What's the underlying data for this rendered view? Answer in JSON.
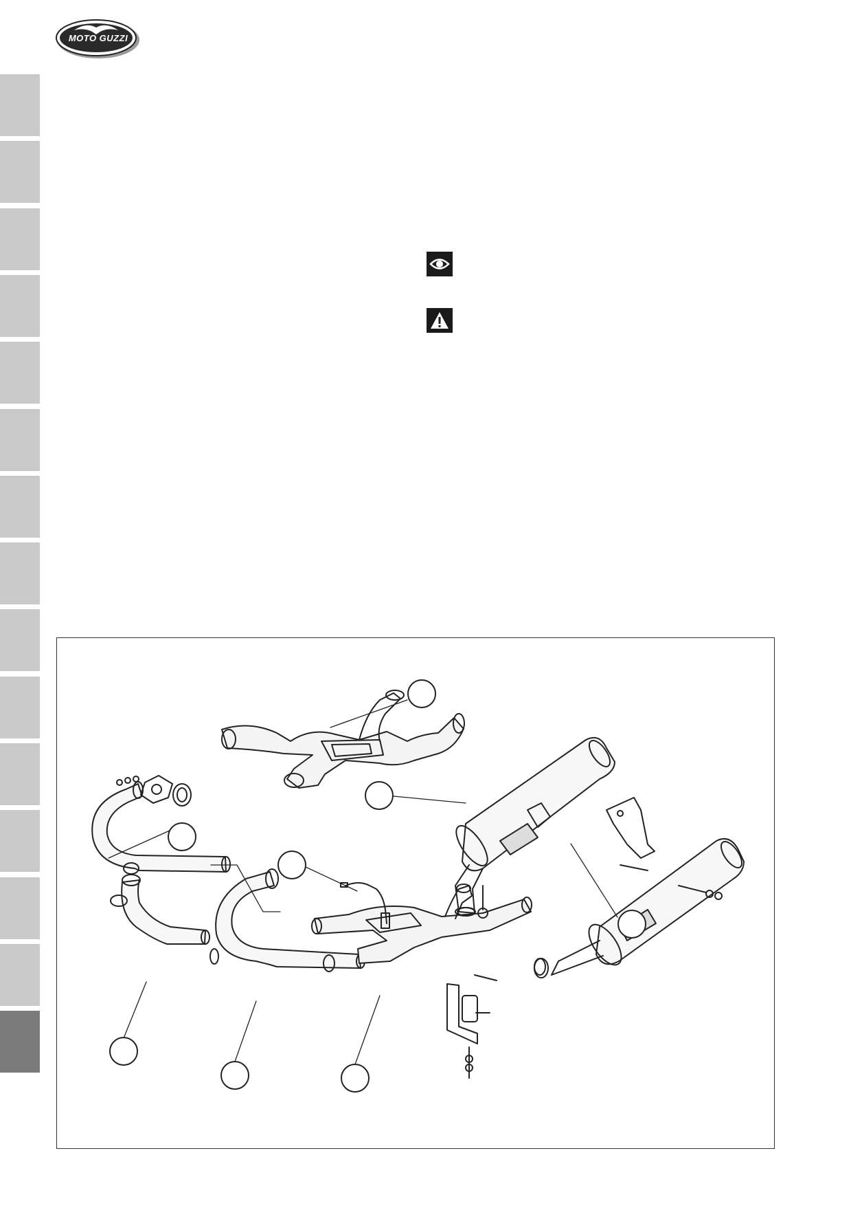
{
  "brand": {
    "logo_text": "MOTO GUZZI"
  },
  "side_tabs": {
    "count": 15,
    "active_index": 14,
    "colors": {
      "inactive": "#c9c9c9",
      "active": "#7a7a7a"
    }
  },
  "notes": {
    "icons": [
      "eye-icon",
      "warning-icon"
    ]
  },
  "figure": {
    "callouts": 8
  }
}
